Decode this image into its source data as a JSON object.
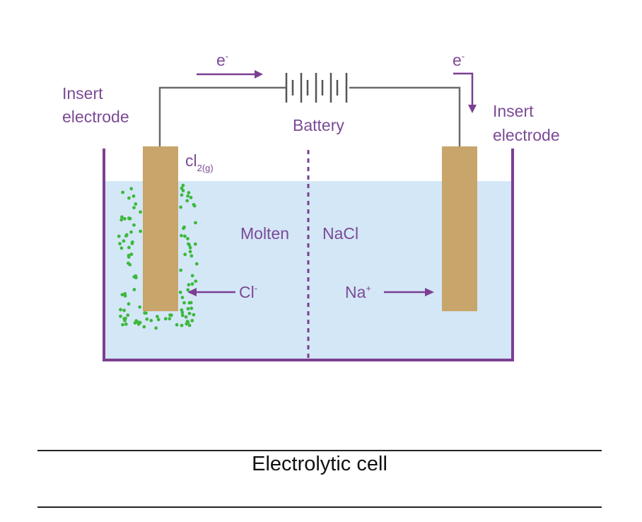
{
  "diagram": {
    "electron_left": "e",
    "electron_right": "e",
    "electron_charge": "-",
    "battery_label": "Battery",
    "left_electrode_label_line1": "Insert",
    "left_electrode_label_line2": "electrode",
    "right_electrode_label_line1": "Insert",
    "right_electrode_label_line2": "electrode",
    "gas_label_base": "cl",
    "gas_label_sub": "2(g)",
    "electrolyte_left": "Molten",
    "electrolyte_right": "NaCl",
    "anion_base": "Cl",
    "anion_charge": "-",
    "cation_base": "Na",
    "cation_charge": "+"
  },
  "caption": "Electrolytic cell",
  "colors": {
    "label": "#7b4a96",
    "container": "#7b3f91",
    "electrolyte": "#d4e7f7",
    "electrode": "#c8a56a",
    "wire": "#6a6a6a",
    "bubbles": "#3cb93c"
  }
}
